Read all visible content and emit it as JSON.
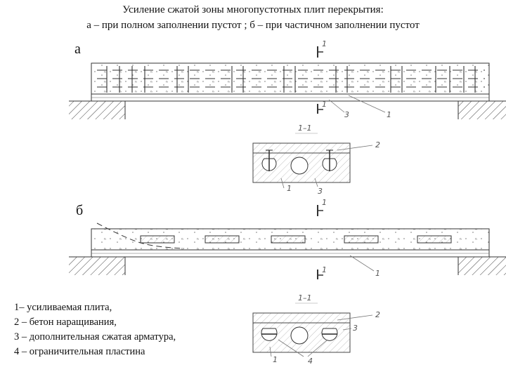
{
  "title": {
    "line1": "Усиление сжатой зоны многопустотных плит перекрытия:",
    "line2": "а – при полном заполнении пустот ;      б – при частичном заполнении пустот"
  },
  "figure_a": {
    "label": "а",
    "section_mark": "1",
    "callout_3": "3",
    "callout_1": "1",
    "section_title": "1–1",
    "section_callout_2": "2",
    "section_callout_1": "1",
    "section_callout_3": "3"
  },
  "figure_b": {
    "label": "б",
    "section_mark": "1",
    "callout_1": "1",
    "section_title": "1–1",
    "section_callout_2": "2",
    "section_callout_3": "3",
    "section_callout_1": "1",
    "section_callout_4": "4"
  },
  "legend": [
    "1– усиливаемая плита,",
    "2 – бетон наращивания,",
    "3 – дополнительная сжатая арматура,",
    "4 – ограничительная пластина"
  ]
}
